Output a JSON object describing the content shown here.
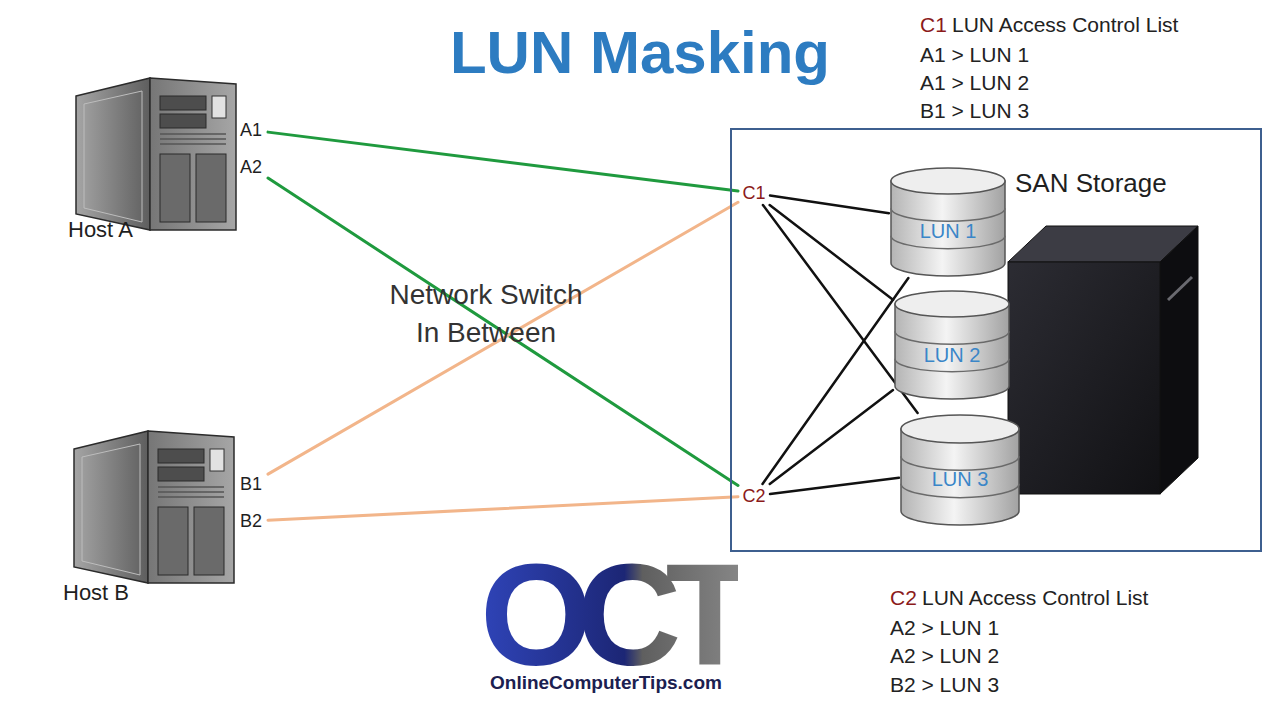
{
  "diagram": {
    "title": "LUN Masking",
    "nodes": [
      {
        "text": [
          "Host A"
        ]
      },
      {
        "text": [
          "A1"
        ],
        "in": 0
      },
      {
        "text": [
          "A2"
        ],
        "in": 0
      },
      {
        "text": [
          "Host B"
        ]
      },
      {
        "text": [
          "B1"
        ],
        "in": 3
      },
      {
        "text": [
          "B2"
        ],
        "in": 3
      },
      {
        "text": [
          "SAN Storage"
        ]
      },
      {
        "text": [
          "C1"
        ],
        "in": 6
      },
      {
        "text": [
          "C2"
        ],
        "in": 6
      },
      {
        "text": [
          "LUN 1"
        ],
        "in": 6
      },
      {
        "text": [
          "LUN 2"
        ],
        "in": 6
      },
      {
        "text": [
          "LUN 3"
        ],
        "in": 6
      }
    ],
    "edges": [
      {
        "from": 1,
        "to": 7,
        "arrow": "none"
      },
      {
        "from": 2,
        "to": 8,
        "arrow": "none"
      },
      {
        "from": 4,
        "to": 7,
        "arrow": "none"
      },
      {
        "from": 5,
        "to": 8,
        "arrow": "none"
      },
      {
        "from": 7,
        "to": 9,
        "arrow": "none"
      },
      {
        "from": 7,
        "to": 10,
        "arrow": "none"
      },
      {
        "from": 7,
        "to": 11,
        "arrow": "none"
      },
      {
        "from": 8,
        "to": 9,
        "arrow": "none"
      },
      {
        "from": 8,
        "to": 10,
        "arrow": "none"
      },
      {
        "from": 8,
        "to": 11,
        "arrow": "none"
      }
    ],
    "labels": [
      "Network Switch In Between",
      "C1",
      "LUN Access Control List",
      "A1 > LUN 1",
      "A1 > LUN 2",
      "B1 > LUN 3",
      "C2",
      "LUN Access Control List",
      "A2 > LUN 1",
      "A2 > LUN 2",
      "B2 > LUN 3",
      "OCT",
      "OnlineComputerTips.com"
    ]
  }
}
